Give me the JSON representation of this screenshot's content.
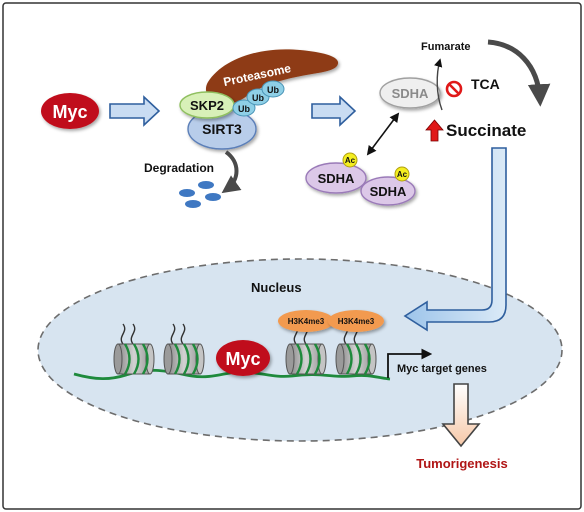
{
  "labels": {
    "myc": "Myc",
    "proteasome": "Proteasome",
    "skp2": "SKP2",
    "ub1": "Ub",
    "ub2": "Ub",
    "ub3": "Ub",
    "sirt3": "SIRT3",
    "degradation": "Degradation",
    "sdha_main": "SDHA",
    "fumarate": "Fumarate",
    "tca": "TCA",
    "succinate": "Succinate",
    "sdha_ac1": "SDHA",
    "sdha_ac2": "SDHA",
    "ac1": "Ac",
    "ac2": "Ac",
    "nucleus": "Nucleus",
    "h3k4me3_1": "H3K4me3",
    "h3k4me3_2": "H3K4me3",
    "myc_nucleus": "Myc",
    "myc_target_genes": "Myc target genes",
    "tumorigenesis": "Tumorigenesis"
  },
  "colors": {
    "myc_red": "#c0101a",
    "skp2_green": "#d8f0b8",
    "sirt3_blue": "#b8cdea",
    "proteasome_brown": "#8e3a12",
    "ub_blue": "#8ecfe6",
    "sdha_purple": "#dcc8e8",
    "ac_yellow": "#f4ee20",
    "h3k4me3_orange": "#f29a50",
    "nucleus_fill": "#d7e4f0",
    "dna_green": "#1e8a3c",
    "tumorigenesis_red": "#b01515"
  }
}
